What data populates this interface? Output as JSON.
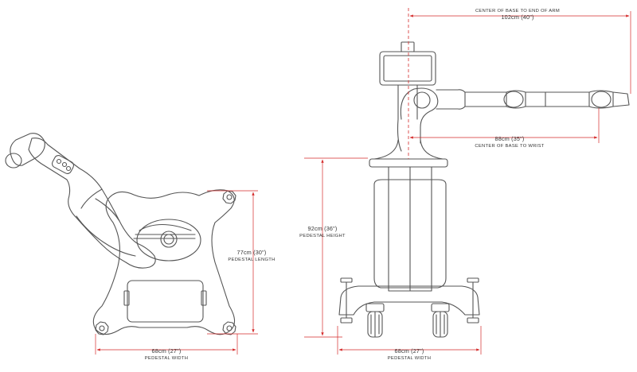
{
  "colors": {
    "line": "#555555",
    "dimension": "#d42a2a",
    "text": "#333333",
    "background": "#ffffff"
  },
  "top_view": {
    "width_value": "68cm (27\")",
    "width_label": "PEDESTAL WIDTH",
    "length_value": "77cm (30\")",
    "length_label": "PEDESTAL LENGTH"
  },
  "side_view": {
    "arm_reach_label": "CENTER OF BASE TO END OF ARM",
    "arm_reach_value": "102cm (40\")",
    "wrist_value": "88cm (35\")",
    "wrist_label": "CENTER OF BASE TO WRIST",
    "height_value": "92cm (36\")",
    "height_label": "PEDESTAL HEIGHT",
    "width_value": "68cm (27\")",
    "width_label": "PEDESTAL WIDTH"
  }
}
